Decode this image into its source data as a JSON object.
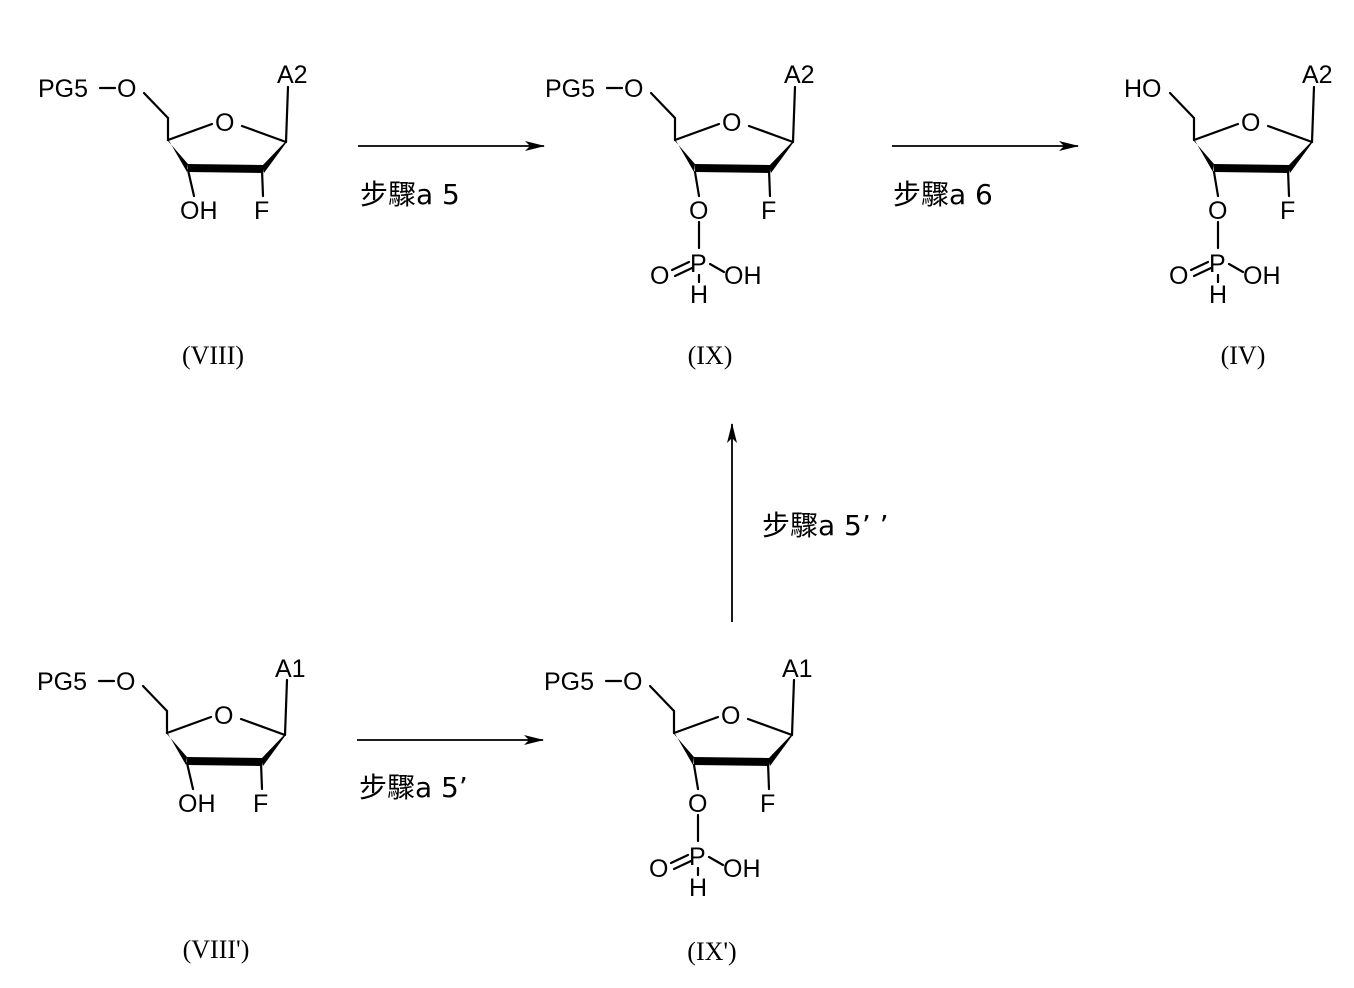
{
  "labels": {
    "protecting_group": "PG5",
    "ring_oxygen": "O",
    "linker_oxygen": "O",
    "hydroxyl": "OH",
    "ho": "HO",
    "fluorine": "F",
    "phosphorus": "P",
    "p_double_o": "O",
    "p_hydroxyl": "OH",
    "p_hydrogen": "H",
    "a1": "A1",
    "a2": "A2"
  },
  "compounds": {
    "VIII": {
      "caption": "(VIII)"
    },
    "IX": {
      "caption": "(IX)"
    },
    "IV": {
      "caption": "(IV)"
    },
    "VIII_prime": {
      "caption": "(VIII')"
    },
    "IX_prime": {
      "caption": "(IX')"
    }
  },
  "steps": {
    "a5": "步驟a 5",
    "a6": "步驟a 6",
    "a5_double_prime": "步驟a 5’ ’",
    "a5_prime": "步驟a 5’"
  }
}
